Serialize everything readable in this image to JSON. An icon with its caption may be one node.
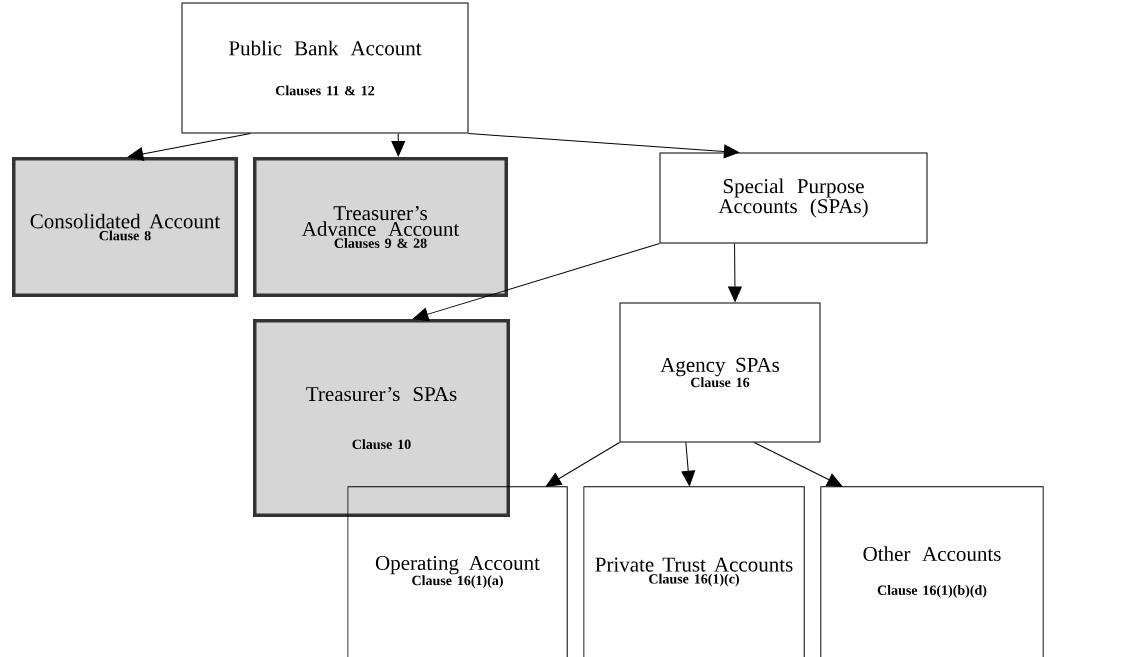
{
  "diagram": {
    "nodes": [
      {
        "text": [
          "Public Bank Account",
          "Clauses 11 & 12"
        ]
      },
      {
        "text": [
          "Consolidated Account",
          "Clause 8"
        ]
      },
      {
        "text": [
          "Treasurer’s Advance Account",
          "Clauses 9 & 28"
        ]
      },
      {
        "text": [
          "Special Purpose Accounts (SPAs)"
        ]
      },
      {
        "text": [
          "Treasurer’s SPAs",
          "Clause 10"
        ]
      },
      {
        "text": [
          "Agency SPAs",
          "Clause 16"
        ]
      },
      {
        "text": [
          "Operating Account",
          "Clause 16(1)(a)"
        ]
      },
      {
        "text": [
          "Private Trust Accounts",
          "Clause 16(1)(c)"
        ]
      },
      {
        "text": [
          "Other Accounts",
          "Clause 16(1)(b)(d)"
        ]
      }
    ],
    "edges": [
      {
        "from": 0,
        "to": 1,
        "arrow": "to"
      },
      {
        "from": 0,
        "to": 2,
        "arrow": "to"
      },
      {
        "from": 0,
        "to": 3,
        "arrow": "to"
      },
      {
        "from": 3,
        "to": 4,
        "arrow": "to"
      },
      {
        "from": 3,
        "to": 5,
        "arrow": "to"
      },
      {
        "from": 5,
        "to": 6,
        "arrow": "to"
      },
      {
        "from": 5,
        "to": 7,
        "arrow": "to"
      },
      {
        "from": 5,
        "to": 8,
        "arrow": "to"
      }
    ]
  }
}
